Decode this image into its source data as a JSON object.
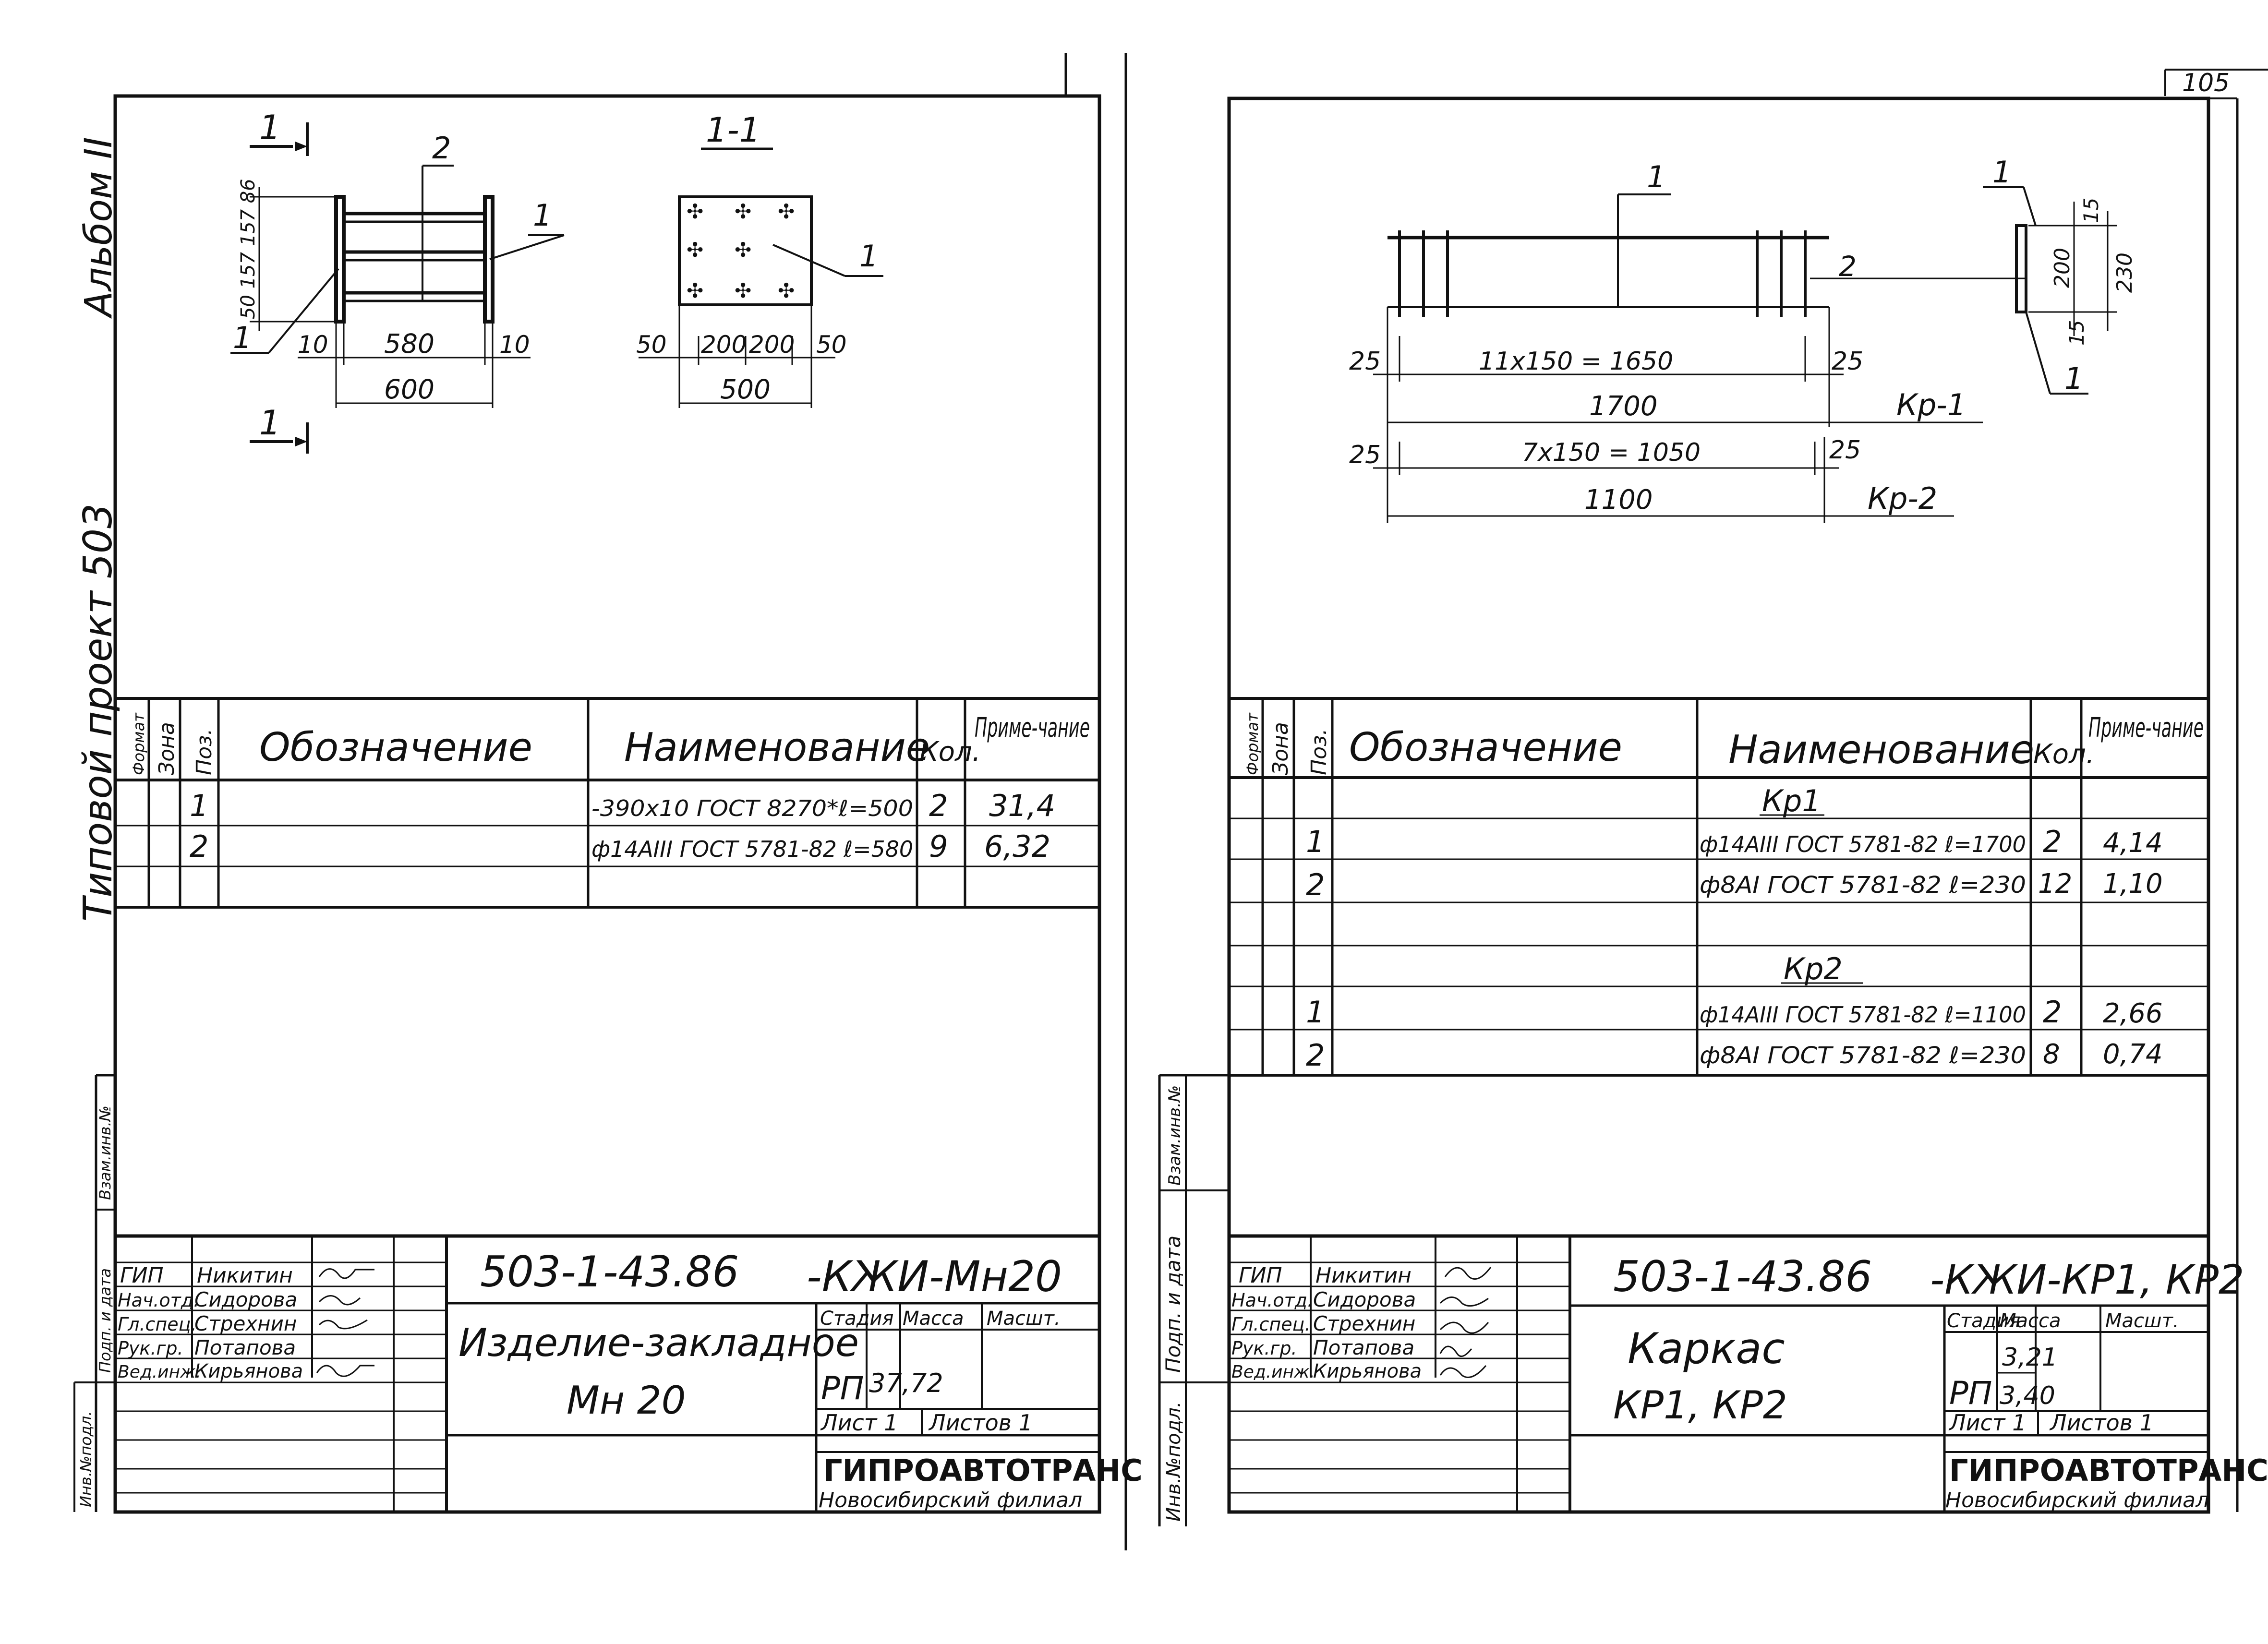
{
  "page_number": "105",
  "left_sheet": {
    "margin_vertical_label": "Типовой проект 503",
    "album_label": "Альбом II",
    "left_stamp_labels": [
      "Инв.№подл.",
      "Подп. и дата",
      "Взам.инв.№"
    ],
    "drawing": {
      "section_mark": "1",
      "section_title": "1-1",
      "pos_label_1": "1",
      "pos_label_2": "2",
      "side_dims": "50 157 157 86",
      "dim_10_left": "10",
      "dim_580": "580",
      "dim_10_right": "10",
      "dim_600": "600",
      "dim_50_left": "50",
      "dim_200_a": "200",
      "dim_200_b": "200",
      "dim_50_right": "50",
      "dim_500": "500"
    },
    "spec_headers": {
      "format": "Формат",
      "zone": "Зона",
      "pos": "Поз.",
      "designation": "Обозначение",
      "name": "Наименование",
      "qty": "Кол.",
      "note": "Приме-чание"
    },
    "spec_rows": [
      {
        "pos": "1",
        "name": "-390x10 ГОСТ 8270*ℓ=500",
        "qty": "2",
        "note": "31,4"
      },
      {
        "pos": "2",
        "name": "ф14АIII ГОСТ 5781-82 ℓ=580",
        "qty": "9",
        "note": "6,32"
      }
    ],
    "title_block": {
      "code": "503-1-43.86",
      "code_suffix": "-КЖИ-Мн20",
      "name_line1": "Изделие-закладное",
      "name_line2": "Мн 20",
      "stage_label": "Стадия",
      "mass_label": "Масса",
      "scale_label": "Масшт.",
      "stage": "РП",
      "mass": "37,72",
      "sheet_label": "Лист 1",
      "sheets_label": "Листов 1",
      "org": "ГИПРОАВТОТРАНС",
      "branch": "Новосибирский филиал",
      "roles": [
        "ГИП",
        "Нач.отд.",
        "Гл.спец.",
        "Рук.гр.",
        "Вед.инж."
      ],
      "names": [
        "Никитин",
        "Сидорова",
        "Стрехнин",
        "Потапова",
        "Кирьянова"
      ]
    }
  },
  "right_sheet": {
    "left_stamp_labels": [
      "Инв.№подл.",
      "Подп. и дата",
      "Взам.инв.№"
    ],
    "drawing": {
      "pos_label_1": "1",
      "pos_label_2": "2",
      "pos_label_1_side": "1",
      "pos_label_1_bottom": "1",
      "dim_15_top": "15",
      "dim_200": "200",
      "dim_230": "230",
      "dim_15_bottom": "15",
      "kr1_dim_left": "25",
      "kr1_dim_mid": "11x150 = 1650",
      "kr1_dim_right": "25",
      "kr1_total": "1700",
      "kr1_label": "Кр-1",
      "kr2_dim_left": "25",
      "kr2_dim_mid": "7x150 = 1050",
      "kr2_dim_right": "25",
      "kr2_total": "1100",
      "kr2_label": "Кр-2"
    },
    "spec_headers": {
      "format": "Формат",
      "zone": "Зона",
      "pos": "Поз.",
      "designation": "Обозначение",
      "name": "Наименование",
      "qty": "Кол.",
      "note": "Приме-чание"
    },
    "group_kr1": "Кр1",
    "group_kr2": "Кр2",
    "spec_rows_kr1": [
      {
        "pos": "1",
        "name": "ф14АIII ГОСТ 5781-82 ℓ=1700",
        "qty": "2",
        "note": "4,14"
      },
      {
        "pos": "2",
        "name": "ф8АI ГОСТ 5781-82 ℓ=230",
        "qty": "12",
        "note": "1,10"
      }
    ],
    "spec_rows_kr2": [
      {
        "pos": "1",
        "name": "ф14АIII ГОСТ 5781-82 ℓ=1100",
        "qty": "2",
        "note": "2,66"
      },
      {
        "pos": "2",
        "name": "ф8АI ГОСТ 5781-82 ℓ=230",
        "qty": "8",
        "note": "0,74"
      }
    ],
    "title_block": {
      "code": "503-1-43.86",
      "code_suffix": "-КЖИ-КР1, КР2",
      "name_line1": "Каркас",
      "name_line2": "КР1, КР2",
      "stage_label": "Стадия",
      "mass_label": "Масса",
      "scale_label": "Масшт.",
      "stage": "РП",
      "mass_1": "3,21",
      "mass_2": "3,40",
      "sheet_label": "Лист 1",
      "sheets_label": "Листов 1",
      "org": "ГИПРОАВТОТРАНС",
      "branch": "Новосибирский филиал",
      "roles": [
        "ГИП",
        "Нач.отд.",
        "Гл.спец.",
        "Рук.гр.",
        "Вед.инж."
      ],
      "names": [
        "Никитин",
        "Сидорова",
        "Стрехнин",
        "Потапова",
        "Кирьянова"
      ]
    }
  }
}
